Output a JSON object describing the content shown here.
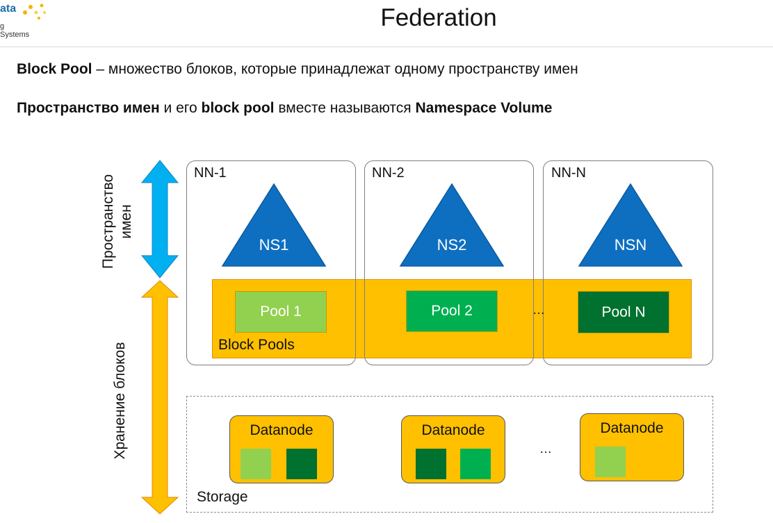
{
  "logo": {
    "text": "ata",
    "sub": "g Systems"
  },
  "title": "Federation",
  "line1": {
    "bold": "Block Pool",
    "rest": " – множество блоков, которые принадлежат одному пространству имен"
  },
  "line2": {
    "bold1": "Пространство имен",
    "t1": " и его ",
    "bold2": "block pool",
    "t2": " вместе называются ",
    "bold3": "Namespace Volume"
  },
  "diagram": {
    "axis_namespace": [
      "Пространство",
      "имен"
    ],
    "axis_storage": "Хранение блоков",
    "namenodes": [
      {
        "label": "NN-1",
        "namespace": "NS1",
        "pool": "Pool 1",
        "pool_color": "#92d050"
      },
      {
        "label": "NN-2",
        "namespace": "NS2",
        "pool": "Pool 2",
        "pool_color": "#00b050"
      },
      {
        "label": "NN-N",
        "namespace": "NSN",
        "pool": "Pool N",
        "pool_color": "#00712e"
      }
    ],
    "pools_dots": "…",
    "block_pools_label": "Block Pools",
    "datanodes": [
      {
        "label": "Datanode",
        "blocks": [
          "#92d050",
          "#00712e"
        ]
      },
      {
        "label": "Datanode",
        "blocks": [
          "#00712e",
          "#00b050"
        ]
      },
      {
        "label": "Datanode",
        "blocks": [
          "#92d050"
        ]
      }
    ],
    "datanodes_dots": "…",
    "storage_label": "Storage",
    "colors": {
      "namespace_triangle": "#0e6fc1",
      "block_pool_band": "#ffc000",
      "namespace_arrow": "#00b0f0",
      "storage_arrow": "#ffc000"
    }
  }
}
